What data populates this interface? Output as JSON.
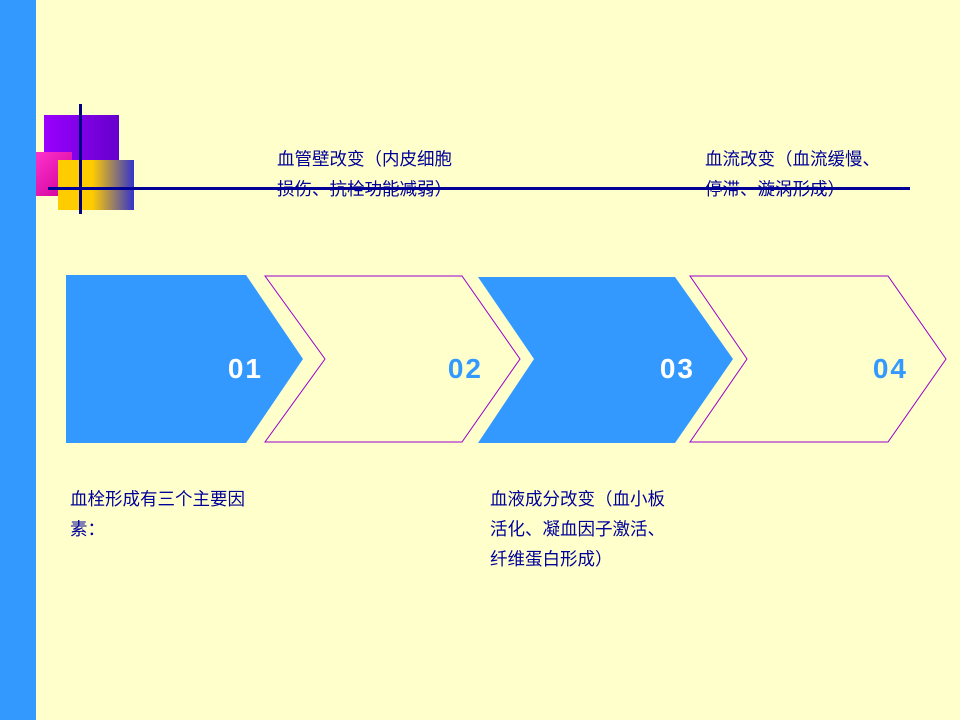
{
  "colors": {
    "background": "#FFFFCC",
    "accent_bar": "#3399FF",
    "filled_arrow": "#3399FF",
    "outline_arrow": "#9900CC",
    "text": "#000099",
    "number_on_filled": "#FFFFFF",
    "number_on_outline": "#3399FF"
  },
  "decoration_icon": "overlapping-squares-crosshair",
  "steps": [
    {
      "number": "01",
      "style": "filled"
    },
    {
      "number": "02",
      "style": "outline"
    },
    {
      "number": "03",
      "style": "filled"
    },
    {
      "number": "04",
      "style": "outline"
    }
  ],
  "texts": {
    "vessel_wall": "血管壁改变（内皮细胞\n损伤、抗栓功能减弱）",
    "blood_flow": "血流改变（血流缓慢、\n停滞、漩涡形成）",
    "intro": "血栓形成有三个主要因\n素：",
    "blood_composition": "血液成分改变（血小板\n活化、凝血因子激活、\n纤维蛋白形成）"
  }
}
